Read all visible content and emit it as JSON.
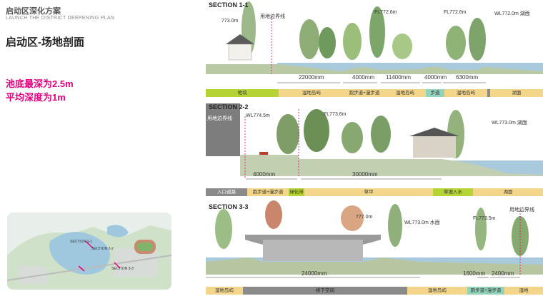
{
  "header": {
    "title_cn": "启动区深化方案",
    "title_en": "LAUNCH THE DISTRICT DEEPENING PLAN",
    "page_title": "启动区-场地剖面"
  },
  "notes": {
    "line1": "池底最深为2.5m",
    "line2": "平均深度为1m"
  },
  "section1": {
    "title": "SECTION 1-1",
    "elev_left": "773.0m",
    "boundary": "用地边界线",
    "fl1": "FL772.6m",
    "fl2": "FL772.6m",
    "wl": "WL772.0m 湖面",
    "dims": [
      "22000mm",
      "4000mm",
      "11400mm",
      "4000mm",
      "6300mm"
    ],
    "bar": [
      "地块",
      "湿地岛屿",
      "跑步道+漫步道",
      "湿地岛屿",
      "步道",
      "湿地岛屿",
      "",
      "湖面"
    ]
  },
  "section2": {
    "title": "SECTION 2-2",
    "boundary": "用地边界线",
    "wl_left": "WL774.5m",
    "fl": "FL773.6m",
    "wl_right": "WL773.0m 湖面",
    "dims": [
      "4000mm",
      "30000mm"
    ],
    "bar": [
      "入口道路",
      "跑步道+漫步道",
      "绿化带",
      "草坪",
      "草坡入水",
      "湖面"
    ]
  },
  "section3": {
    "title": "SECTION 3-3",
    "boundary": "用地边界线",
    "elev": "777.0m",
    "wl": "WL773.0m 水面",
    "fl": "FL773.5m",
    "dims": [
      "24000mm",
      "1600mm",
      "2400mm"
    ],
    "bar": [
      "湿地岛屿",
      "桥下空间",
      "湿地岛屿",
      "跑步道+漫步道",
      "湿地"
    ]
  },
  "map": {
    "labels": [
      "SECTION 1-1",
      "SECTION 2-2",
      "SECTION 3-3"
    ]
  },
  "colors": {
    "accent": "#e4007f",
    "bar_green": "#b5d334",
    "bar_yellow": "#f3d68a",
    "bar_teal": "#92d3bb",
    "bar_grey": "#8a8a8a",
    "water": "#a9c9dd"
  }
}
